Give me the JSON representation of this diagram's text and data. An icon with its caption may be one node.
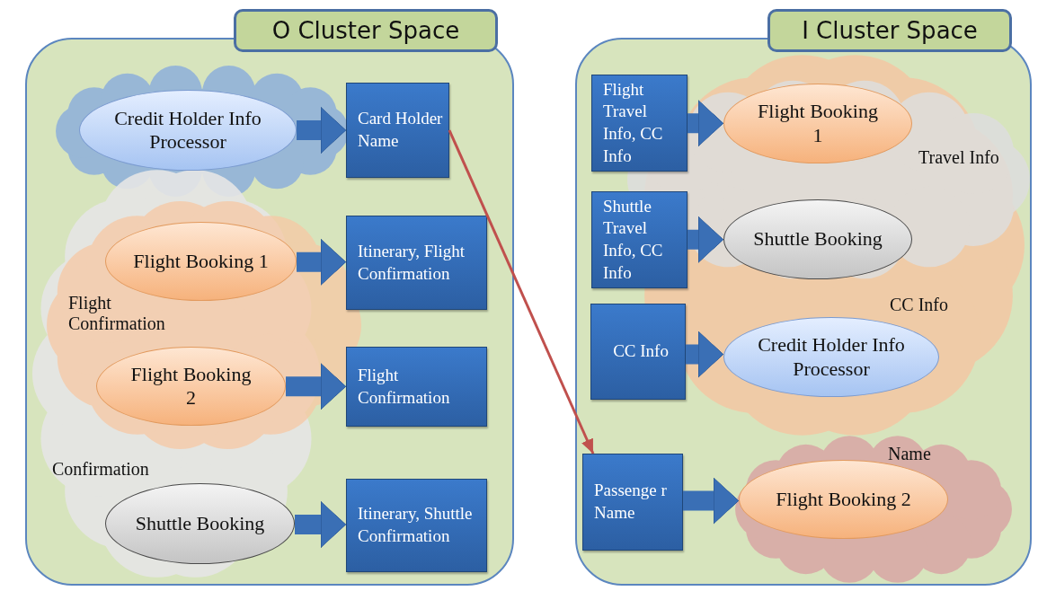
{
  "diagram": {
    "nodes": [
      {
        "text": [
          "O Cluster Space"
        ]
      },
      {
        "text": [],
        "shape": "cloud",
        "in": 0
      },
      {
        "text": [
          "Credit Holder Info Processor"
        ],
        "in": 1
      },
      {
        "text": [
          "Card Holder Name"
        ],
        "in": 0
      },
      {
        "text": [
          "Confirmation"
        ],
        "in": 0
      },
      {
        "text": [
          "Flight Confirmation"
        ],
        "in": 0
      },
      {
        "text": [
          "Flight Booking 1"
        ],
        "in": 5
      },
      {
        "text": [
          "Itinerary, Flight Confirmation"
        ],
        "in": 0
      },
      {
        "text": [
          "Flight Booking 2"
        ],
        "in": 5
      },
      {
        "text": [
          "Flight Confirmation"
        ],
        "in": 0
      },
      {
        "text": [
          "Shuttle Booking"
        ],
        "in": 4
      },
      {
        "text": [
          "Itinerary, Shuttle Confirmation"
        ],
        "in": 0
      },
      {
        "text": [
          "I Cluster Space"
        ]
      },
      {
        "text": [
          "CC Info"
        ],
        "in": 12
      },
      {
        "text": [
          "Travel Info"
        ],
        "in": 13
      },
      {
        "text": [
          "Flight Travel Info, CC Info"
        ],
        "in": 12
      },
      {
        "text": [
          "Flight Booking 1"
        ],
        "in": 13
      },
      {
        "text": [
          "Shuttle Travel Info, CC Info"
        ],
        "in": 12
      },
      {
        "text": [
          "Shuttle Booking"
        ],
        "in": 13
      },
      {
        "text": [
          "CC Info"
        ],
        "in": 12
      },
      {
        "text": [
          "Credit Holder Info Processor"
        ],
        "in": 13
      },
      {
        "text": [
          "Name"
        ],
        "in": 12
      },
      {
        "text": [
          "Passenge r Name"
        ],
        "in": 12
      },
      {
        "text": [
          "Flight Booking 2"
        ],
        "in": 21
      }
    ],
    "edges": [
      {
        "from": 2,
        "to": 3,
        "arrow": "to"
      },
      {
        "from": 6,
        "to": 7,
        "arrow": "to"
      },
      {
        "from": 8,
        "to": 9,
        "arrow": "to"
      },
      {
        "from": 10,
        "to": 11,
        "arrow": "to"
      },
      {
        "from": 15,
        "to": 16,
        "arrow": "to"
      },
      {
        "from": 17,
        "to": 18,
        "arrow": "to"
      },
      {
        "from": 19,
        "to": 20,
        "arrow": "to"
      },
      {
        "from": 22,
        "to": 23,
        "arrow": "to"
      },
      {
        "from": 3,
        "to": 22,
        "arrow": "to",
        "color": "#c0504d"
      }
    ]
  }
}
